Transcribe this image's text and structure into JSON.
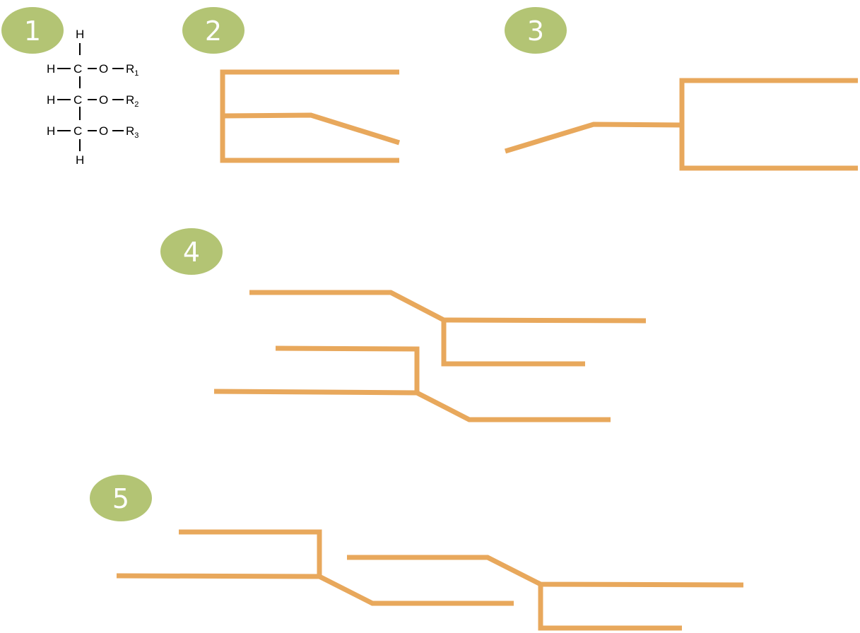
{
  "colors": {
    "badge": "#b3c474",
    "chain": "#e8a85c",
    "text": "#000000"
  },
  "badges": [
    "1",
    "2",
    "3",
    "4",
    "5"
  ],
  "structure": {
    "h_top": "H",
    "h_bottom": "H",
    "rows": [
      {
        "h": "H",
        "c": "C",
        "o": "O",
        "r": "R",
        "sub": "1"
      },
      {
        "h": "H",
        "c": "C",
        "o": "O",
        "r": "R",
        "sub": "2"
      },
      {
        "h": "H",
        "c": "C",
        "o": "O",
        "r": "R",
        "sub": "3"
      }
    ]
  }
}
